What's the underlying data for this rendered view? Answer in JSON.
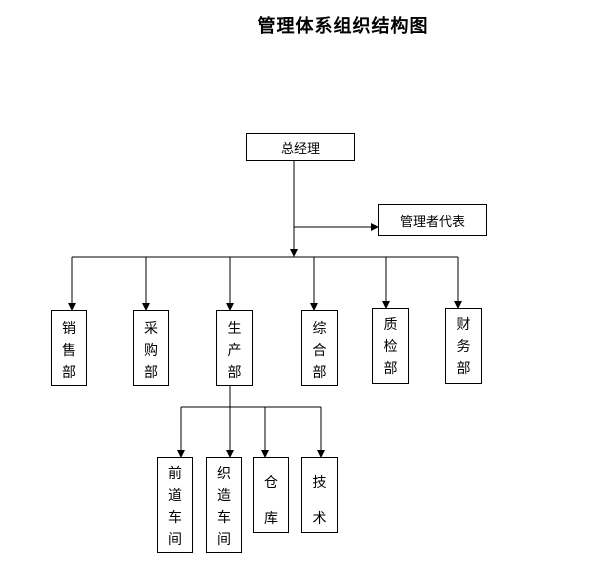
{
  "title": "管理体系组织结构图",
  "nodes": {
    "gm": "总经理",
    "mgmt_rep": "管理者代表",
    "sales": "销售部",
    "purchasing": "采购部",
    "production": "生产部",
    "general": "综合部",
    "qc": "质检部",
    "finance": "财务部",
    "front_workshop": "前道车间",
    "weaving_workshop": "织造车间",
    "warehouse": "仓库",
    "technical": "技术"
  },
  "colors": {
    "line": "#000000",
    "box_border": "#000000",
    "background": "#ffffff"
  }
}
